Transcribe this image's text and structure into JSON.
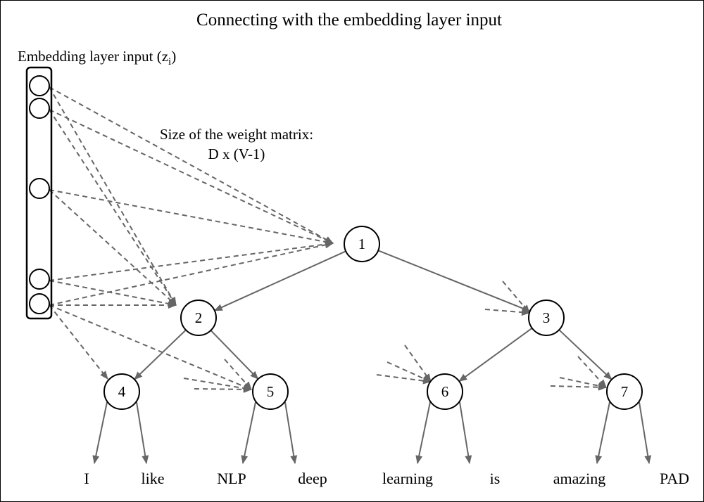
{
  "title": "Connecting with the embedding layer input",
  "input_label": "Embedding layer input (z",
  "input_label_sub": "i",
  "input_label_close": ")",
  "weight_label_line1": "Size of the weight matrix:",
  "weight_label_line2": "D x (V-1)",
  "nodes": [
    "1",
    "2",
    "3",
    "4",
    "5",
    "6",
    "7"
  ],
  "leaves": [
    "I",
    "like",
    "NLP",
    "deep",
    "learning",
    "is",
    "amazing",
    "PAD"
  ],
  "colors": {
    "line": "#666666",
    "node_stroke": "#000000",
    "text": "#000000"
  }
}
